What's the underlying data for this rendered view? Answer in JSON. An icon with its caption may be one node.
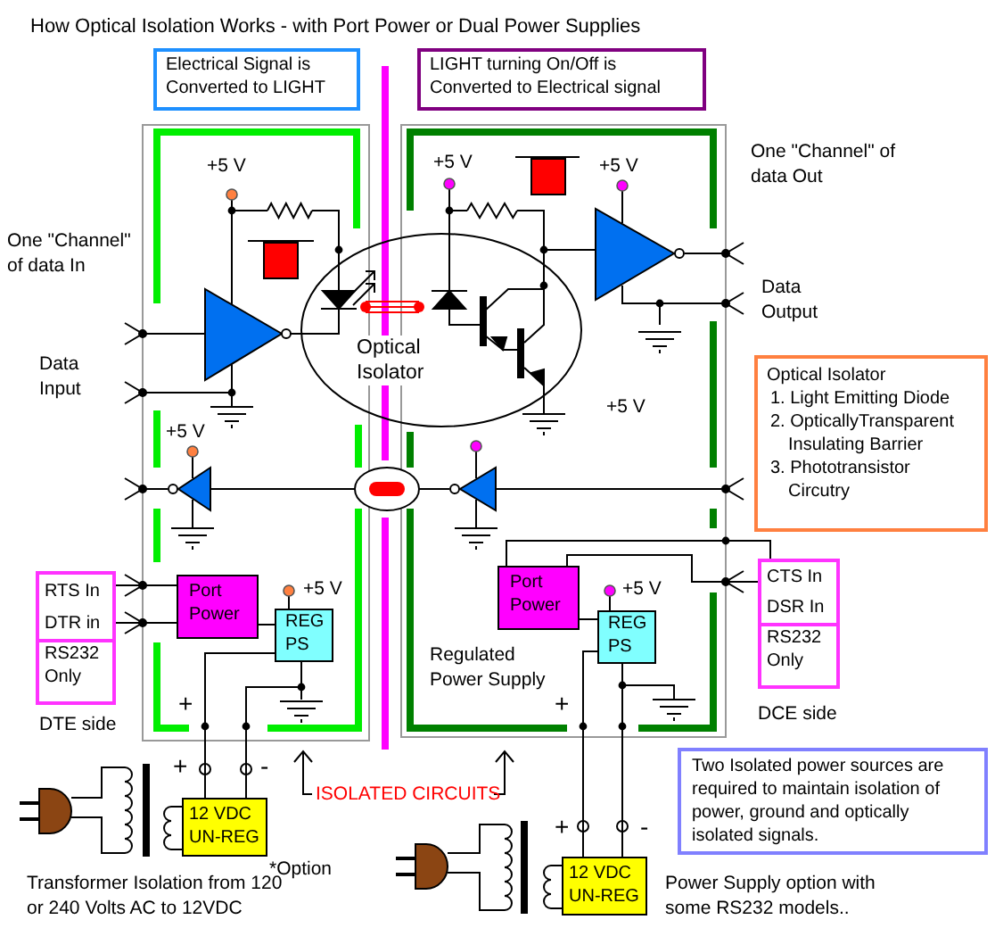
{
  "diagram": {
    "title": "How Optical Isolation Works - with Port Power or Dual Power Supplies",
    "nodes": [
      {
        "text": [
          "Electrical Signal is Converted to LIGHT"
        ]
      },
      {
        "text": [
          "LIGHT turning On/Off is Converted to Electrical signal"
        ]
      },
      {
        "text": [
          "Optical Isolator"
        ]
      },
      {
        "text": [
          "Optical Isolator",
          "1. Light Emitting Diode",
          "2. OpticallyTransparent Insulating Barrier",
          "3. Phototransistor Circutry"
        ]
      },
      {
        "text": [
          "RTS In",
          "DTR in"
        ]
      },
      {
        "text": [
          "RS232 Only"
        ]
      },
      {
        "text": [
          "Port Power"
        ]
      },
      {
        "text": [
          "REG PS"
        ]
      },
      {
        "text": [
          "CTS In",
          "DSR In"
        ]
      },
      {
        "text": [
          "RS232 Only"
        ]
      },
      {
        "text": [
          "Port Power"
        ]
      },
      {
        "text": [
          "REG PS"
        ]
      },
      {
        "text": [
          "12 VDC UN-REG"
        ]
      },
      {
        "text": [
          "Two Isolated power sources are required to maintain isolation of power, ground and optically isolated signals."
        ]
      },
      {
        "text": [
          "12 VDC UN-REG"
        ]
      }
    ],
    "edges": [
      {
        "from": 6,
        "to": 7,
        "arrow": "none"
      },
      {
        "from": 7,
        "to": 12,
        "arrow": "none"
      },
      {
        "from": 7,
        "to": 12,
        "arrow": "none"
      },
      {
        "from": 4,
        "to": 6,
        "arrow": "none"
      },
      {
        "from": 4,
        "to": 6,
        "arrow": "none"
      },
      {
        "from": 10,
        "to": 11,
        "arrow": "none"
      },
      {
        "from": 11,
        "to": 14,
        "arrow": "none"
      },
      {
        "from": 11,
        "to": 14,
        "arrow": "none"
      },
      {
        "from": 10,
        "to": 8,
        "arrow": "none"
      },
      {
        "from": 10,
        "to": 8,
        "arrow": "none"
      }
    ],
    "labels": [
      "+5 V",
      "+5 V",
      "+5 V",
      "One \"Channel\" of data In",
      "One \"Channel\" of data Out",
      "Data Input",
      "Data Output",
      "+5 V",
      "+5 V",
      "+5 V",
      "+5 V",
      "Regulated Power Supply",
      "DTE side",
      "DCE side",
      "+",
      "+",
      "+",
      "-",
      "ISOLATED CIRCUITS",
      "+",
      "-",
      "*Option",
      "Transformer Isolation from 120 or 240 Volts AC to 12VDC",
      "Power Supply option with some RS232 models.."
    ]
  }
}
